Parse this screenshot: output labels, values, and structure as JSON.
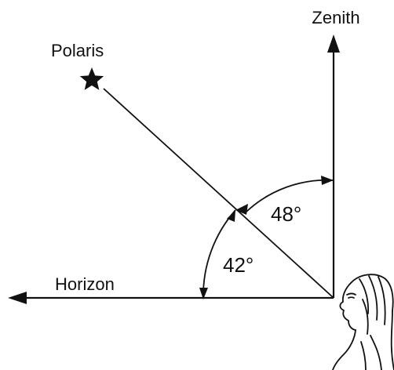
{
  "labels": {
    "zenith": "Zenith",
    "polaris": "Polaris",
    "horizon": "Horizon",
    "angle_upper": "48°",
    "angle_lower": "42°"
  },
  "angles": {
    "polaris_altitude_deg": 42,
    "polaris_zenith_distance_deg": 48
  },
  "icons": {
    "star": "star-icon",
    "observer": "observer-figure"
  },
  "colors": {
    "ink": "#111111",
    "background": "#ffffff"
  }
}
